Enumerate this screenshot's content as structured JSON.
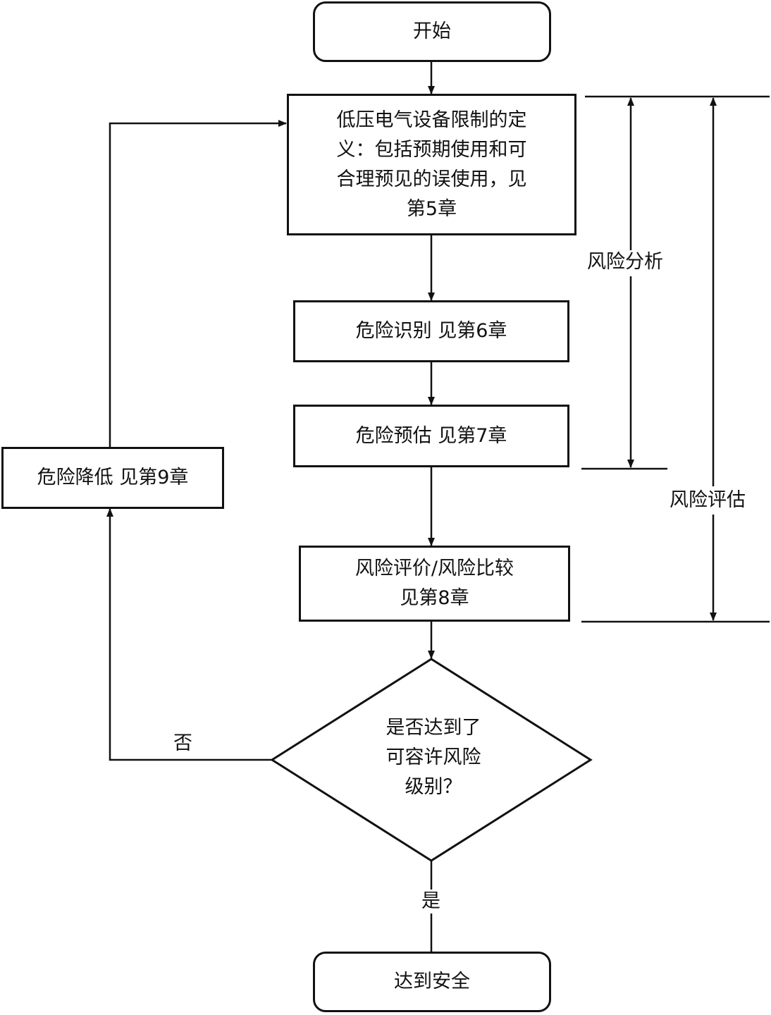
{
  "nodes": {
    "start": "开始",
    "define": "低压电气设备限制的定\n义：包括预期使用和可\n合理预见的误使用，见\n第5章",
    "hazard_identification": "危险识别 见第6章",
    "hazard_estimation": "危险预估 见第7章",
    "risk_evaluation": "风险评价/风险比较\n见第8章",
    "decision": "是否达到了\n可容许风险\n级别？",
    "risk_reduction": "危险降低 见第9章",
    "end": "达到安全"
  },
  "edge_labels": {
    "no": "否",
    "yes": "是"
  },
  "brackets": {
    "risk_analysis": "风险分析",
    "risk_assessment": "风险评估"
  }
}
